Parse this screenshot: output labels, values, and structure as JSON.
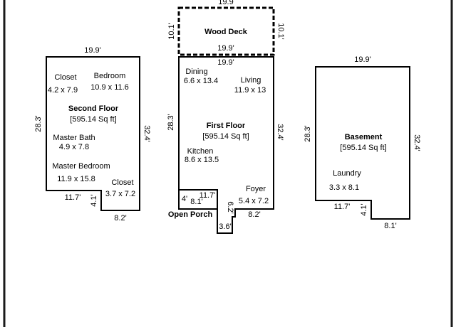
{
  "plans": {
    "second_floor": {
      "title": "Second Floor",
      "area": "[595.14 Sq ft]",
      "dims": {
        "top": "19.9'",
        "left": "28.3'",
        "right": "32.4'",
        "bottom_left": "11.7'",
        "notch_depth": "4.1'",
        "bottom_right": "8.2'"
      },
      "rooms": {
        "closet_a": {
          "name": "Closet",
          "size": "4.2 x 7.9"
        },
        "bedroom": {
          "name": "Bedroom",
          "size": "10.9 x 11.6"
        },
        "master_bath": {
          "name": "Master Bath",
          "size": "4.9 x 7.8"
        },
        "master_bedroom": {
          "name": "Master Bedroom",
          "size": "11.9 x 15.8"
        },
        "closet_b": {
          "name": "Closet",
          "size": "3.7 x 7.2"
        }
      }
    },
    "first_floor": {
      "title": "First Floor",
      "area": "[595.14 Sq ft]",
      "dims": {
        "top": "19.9'",
        "left": "28.3'",
        "right": "32.4'",
        "bottom_right": "8.2'"
      },
      "rooms": {
        "dining": {
          "name": "Dining",
          "size": "6.6 x 13.4"
        },
        "living": {
          "name": "Living",
          "size": "11.9 x 13"
        },
        "kitchen": {
          "name": "Kitchen",
          "size": "8.6 x 13.5"
        },
        "foyer": {
          "name": "Foyer",
          "size": "5.4 x 7.2"
        }
      },
      "wood_deck": {
        "label": "Wood Deck",
        "top": "19.9",
        "bottom": "19.9'",
        "left": "10.1'",
        "right": "10.1'"
      },
      "open_porch": {
        "label": "Open Porch",
        "width": "11.7'",
        "left": "4'",
        "inner": "8.1'",
        "depth": "6.2'",
        "step": "3.6'"
      }
    },
    "basement": {
      "title": "Basement",
      "area": "[595.14 Sq ft]",
      "dims": {
        "top": "19.9'",
        "left": "28.3'",
        "right": "32.4'",
        "bottom_left": "11.7'",
        "notch_depth": "4.1'",
        "bottom_right": "8.1'"
      },
      "rooms": {
        "laundry": {
          "name": "Laundry",
          "size": "3.3 x 8.1"
        }
      }
    }
  }
}
